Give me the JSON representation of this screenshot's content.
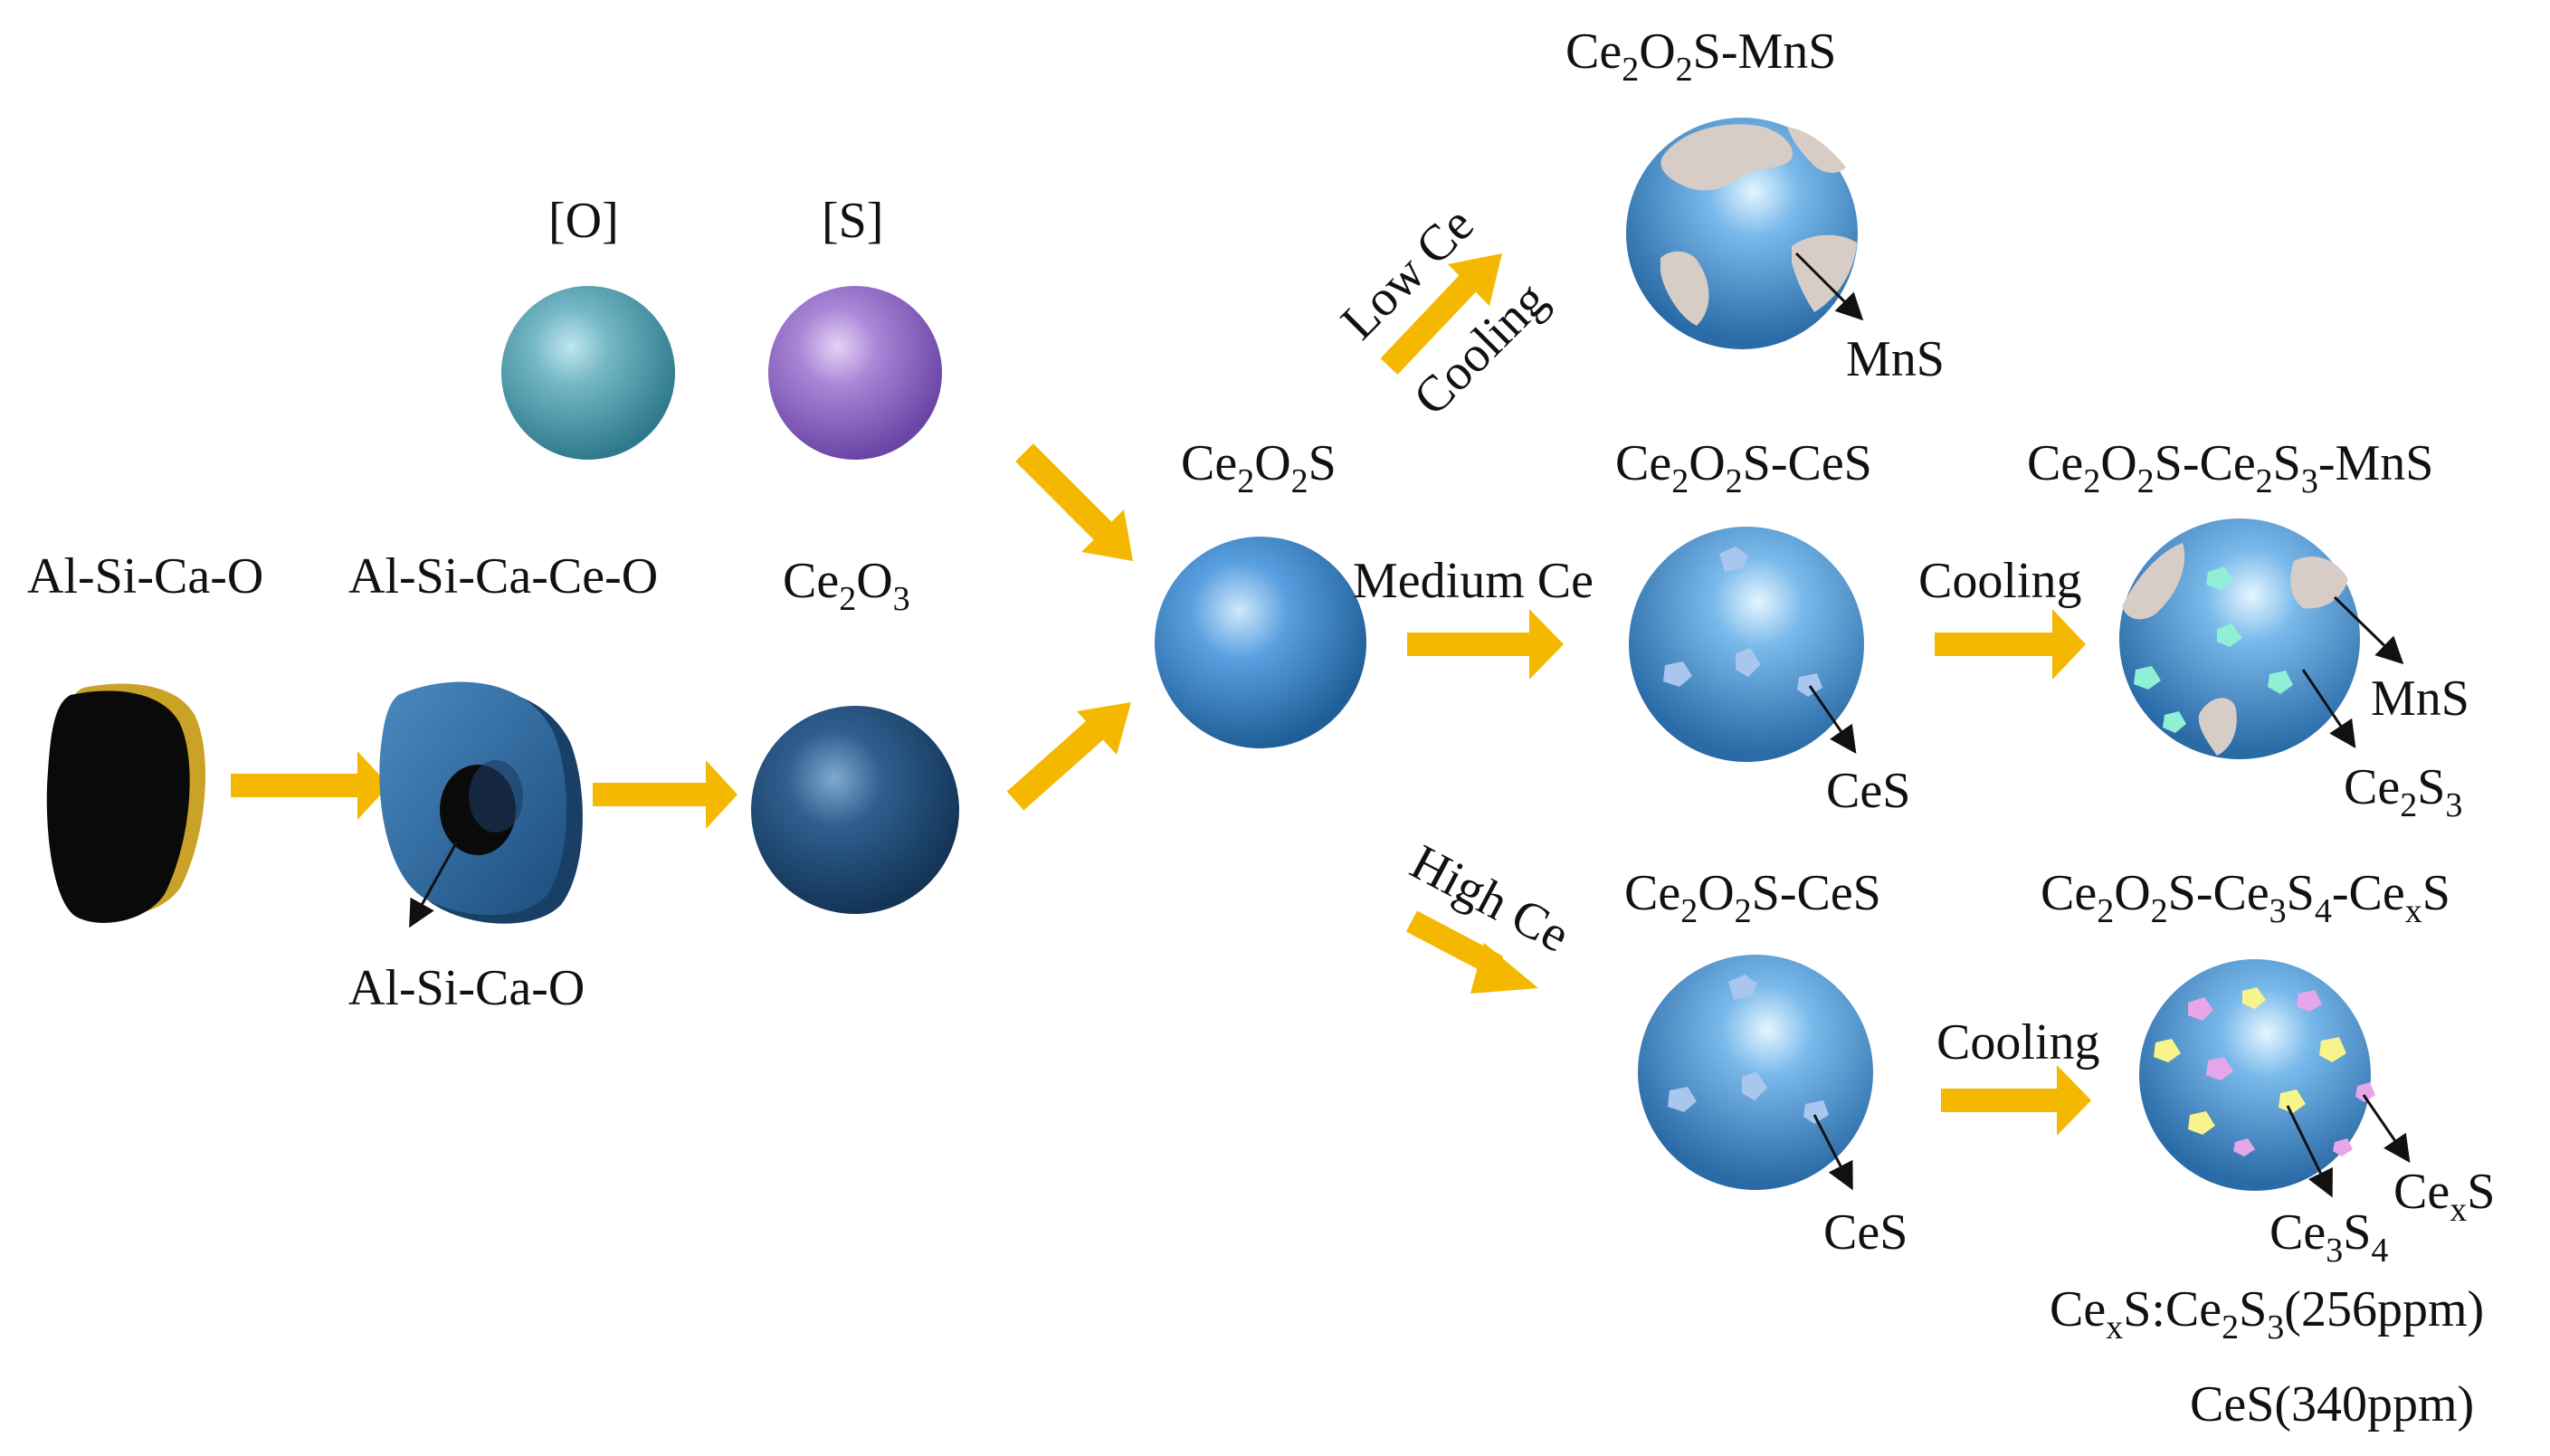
{
  "labels": {
    "al_si_ca_o": "Al-Si-Ca-O",
    "al_si_ca_ce_o": "Al-Si-Ca-Ce-O",
    "al_si_ca_o_core": "Al-Si-Ca-O",
    "oxygen": "[O]",
    "sulfur": "[S]",
    "ce2o3": [
      "Ce",
      "2",
      "O",
      "3"
    ],
    "ce2o2s": [
      "Ce",
      "2",
      "O",
      "2",
      "S"
    ],
    "low_ce": "Low Ce",
    "cooling_low": "Cooling",
    "ce2o2s_mns": [
      "Ce",
      "2",
      "O",
      "2",
      "S-MnS"
    ],
    "mns_low": "MnS",
    "medium_ce": "Medium Ce",
    "ce2o2s_ces_medium": [
      "Ce",
      "2",
      "O",
      "2",
      "S-CeS"
    ],
    "ces_medium": "CeS",
    "cooling_medium": "Cooling",
    "ce2o2s_ce2s3_mns": [
      "Ce",
      "2",
      "O",
      "2",
      "S-Ce",
      "2",
      "S",
      "3",
      "-MnS"
    ],
    "mns_medium": "MnS",
    "ce2s3": [
      "Ce",
      "2",
      "S",
      "3"
    ],
    "high_ce": "High Ce",
    "ce2o2s_ces_high": [
      "Ce",
      "2",
      "O",
      "2",
      "S-CeS"
    ],
    "ces_high": "CeS",
    "cooling_high": "Cooling",
    "ce2o2s_ce3s4_cexs": [
      "Ce",
      "2",
      "O",
      "2",
      "S-Ce",
      "3",
      "S",
      "4",
      "-Ce",
      "x",
      "S"
    ],
    "cexs": [
      "Ce",
      "x",
      "S"
    ],
    "ce3s4": [
      "Ce",
      "3",
      "S",
      "4"
    ],
    "ratio_note": [
      "Ce",
      "x",
      "S:Ce",
      "2",
      "S",
      "3",
      "(256ppm)"
    ],
    "ces_note": "CeS(340ppm)"
  },
  "colors": {
    "arrow": "#f5b800",
    "oxide_dark": "#0a0a0a",
    "oxide_rim": "#c9a227",
    "ce_shell": "#2f6fa3",
    "ce2o3_sphere": "#2f5f8f",
    "oxygen_sphere": "#5aa3b3",
    "sulfur_sphere": "#9a74c9",
    "ce2o2s_sphere": "#4a8fd1",
    "mns_patch": "#d8cdc6",
    "ces_patch": "#a9c6ee",
    "ce2s3_patch": "#8ff0d6",
    "ce3s4_patch": "#f6f48a",
    "cexs_patch": "#e7a6ea"
  }
}
